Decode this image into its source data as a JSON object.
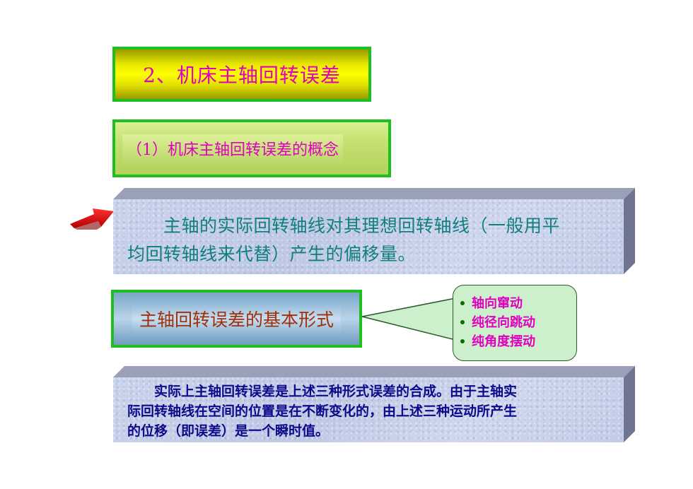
{
  "title": "2、机床主轴回转误差",
  "subtitle": "（1）机床主轴回转误差的概念",
  "definition": {
    "line1": "　　主轴的实际回转轴线对其理想回转轴线（一般用平",
    "line2": "均回转轴线来代替）产生的偏移量。"
  },
  "forms_label": "主轴回转误差的基本形式",
  "forms_list": [
    "轴向窜动",
    "纯径向跳动",
    "纯角度摆动"
  ],
  "summary": {
    "line1": "　　实际上主轴回转误差是上述三种形式误差的合成。由于主轴实",
    "line2": "际回转轴线在空间的位置是在不断变化的，由上述三种运动所产生",
    "line3": "的位移（即误差）是一个瞬时值。"
  },
  "colors": {
    "title_text": "#e000c0",
    "box_border": "#1fbf1f",
    "definition_text": "#0f7f7f",
    "forms_text": "#a0300a",
    "summary_text": "#0a0a8a",
    "arrow": "#e00000"
  },
  "icons": {
    "pointer": "red-arrow-icon",
    "bullets": "bullet-dot-icon"
  }
}
